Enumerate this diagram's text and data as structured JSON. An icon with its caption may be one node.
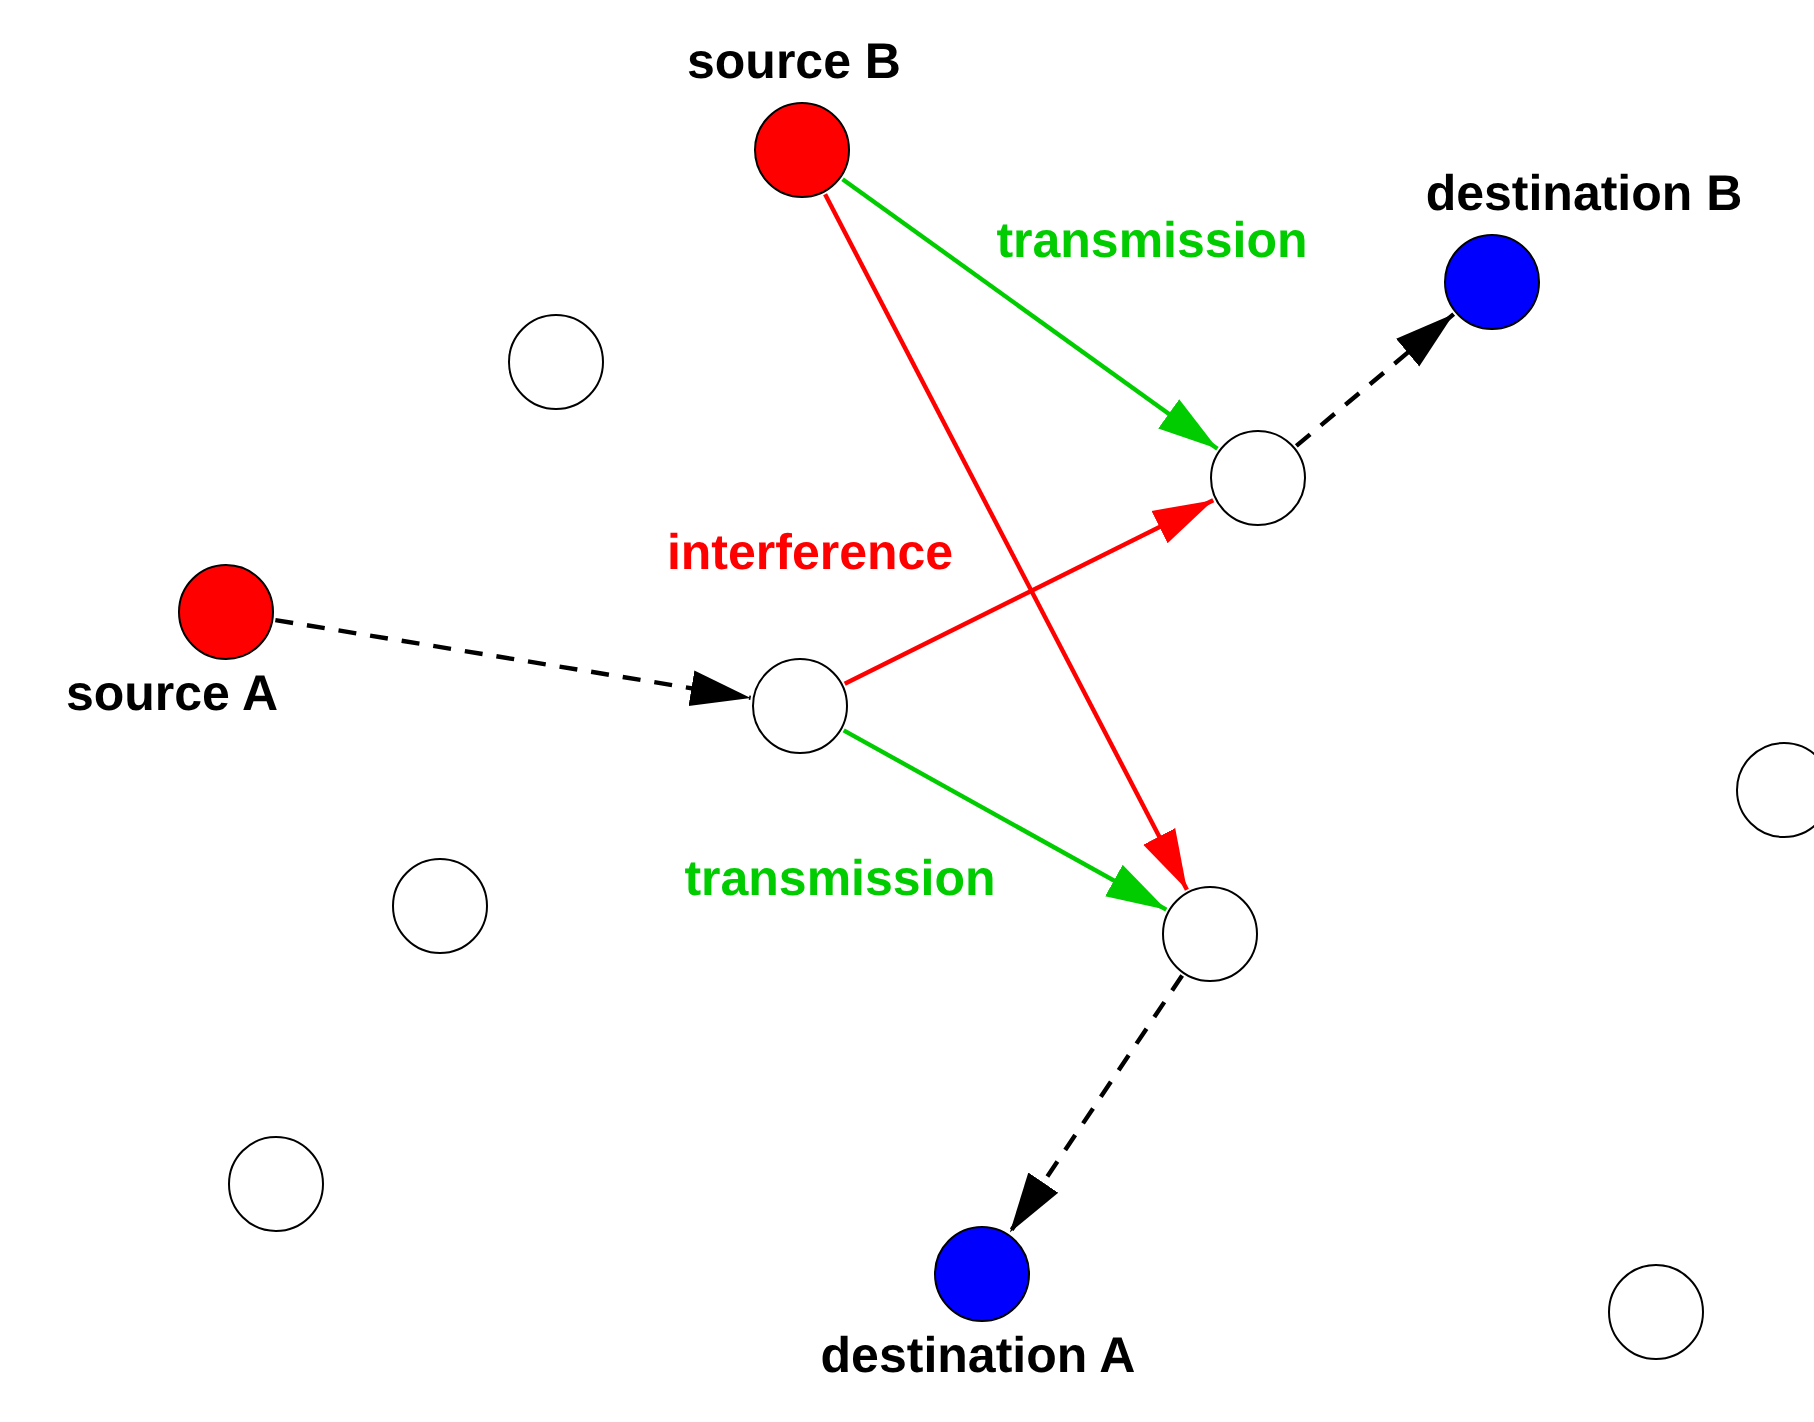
{
  "diagram": {
    "nodes": [
      {
        "text": [
          "source B"
        ]
      },
      {
        "text": [
          "destination B"
        ]
      },
      {
        "text": [],
        "shape": "circle"
      },
      {
        "text": [],
        "shape": "circle"
      },
      {
        "text": [
          "source A"
        ]
      },
      {
        "text": [],
        "shape": "circle"
      },
      {
        "text": [],
        "shape": "circle"
      },
      {
        "text": [],
        "shape": "circle"
      },
      {
        "text": [],
        "shape": "circle"
      },
      {
        "text": [],
        "shape": "circle"
      },
      {
        "text": [
          "destination A"
        ]
      },
      {
        "text": [],
        "shape": "circle"
      }
    ],
    "edges": [
      {
        "from": 4,
        "to": 5,
        "arrow": "to",
        "style": "dashed"
      },
      {
        "from": 5,
        "to": 3,
        "arrow": "to",
        "label": "interference",
        "color": "#ff0000"
      },
      {
        "from": 5,
        "to": 8,
        "arrow": "to",
        "label": "transmission",
        "color": "#00cc00"
      },
      {
        "from": 0,
        "to": 3,
        "arrow": "to",
        "label": "transmission",
        "color": "#00cc00"
      },
      {
        "from": 0,
        "to": 8,
        "arrow": "to",
        "color": "#ff0000"
      },
      {
        "from": 3,
        "to": 1,
        "arrow": "to",
        "style": "dashed"
      },
      {
        "from": 8,
        "to": 10,
        "arrow": "to",
        "style": "dashed"
      }
    ]
  }
}
